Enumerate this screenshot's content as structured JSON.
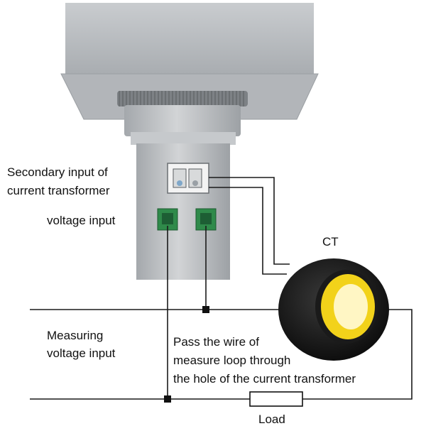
{
  "labels": {
    "secondary_line1": "Secondary input of",
    "secondary_line2": "current transformer",
    "voltage_input": "voltage input",
    "ct": "CT",
    "measuring_line1": "Measuring",
    "measuring_line2": "voltage input",
    "pass_line1": "Pass the wire of",
    "pass_line2": "measure loop through",
    "pass_line3": "the hole of the current transformer",
    "load": "Load"
  },
  "colors": {
    "meter_body": "#b9bcbf",
    "meter_shadow": "#8f9397",
    "terminal_green": "#2f8a4a",
    "ct_body": "#1b1b1b",
    "ct_core": "#f2d21a",
    "wire": "#1a1a1a"
  },
  "icons": {
    "meter": "panel-meter-icon",
    "current_transformer": "ct-ring-icon",
    "load_resistor": "resistor-icon"
  }
}
